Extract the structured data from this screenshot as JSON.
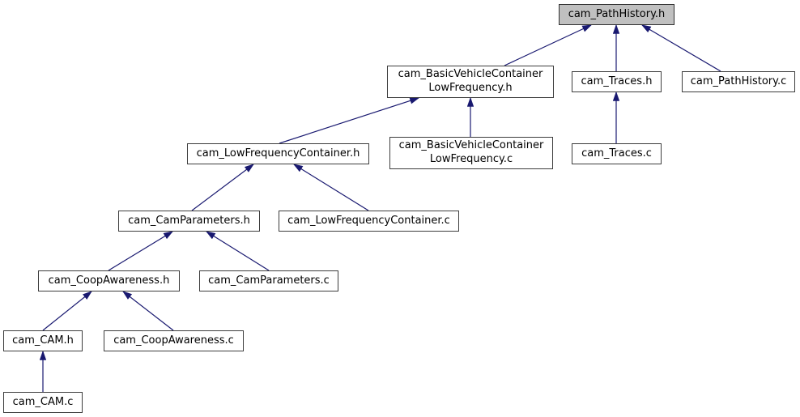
{
  "diagram": {
    "type": "include-dependency-graph",
    "colors": {
      "background": "#ffffff",
      "edge": "#191970",
      "node_border": "#3d3d3d",
      "node_fill": "#ffffff",
      "highlight_fill": "#c0c0c0",
      "text": "#000000"
    },
    "nodes": {
      "cam_PathHistory_h": {
        "label": "cam_PathHistory.h",
        "highlighted": true
      },
      "cam_BasicVehicleContainerLowFrequency_h": {
        "label": "cam_BasicVehicleContainer\nLowFrequency.h",
        "highlighted": false
      },
      "cam_Traces_h": {
        "label": "cam_Traces.h",
        "highlighted": false
      },
      "cam_PathHistory_c": {
        "label": "cam_PathHistory.c",
        "highlighted": false
      },
      "cam_LowFrequencyContainer_h": {
        "label": "cam_LowFrequencyContainer.h",
        "highlighted": false
      },
      "cam_BasicVehicleContainerLowFrequency_c": {
        "label": "cam_BasicVehicleContainer\nLowFrequency.c",
        "highlighted": false
      },
      "cam_Traces_c": {
        "label": "cam_Traces.c",
        "highlighted": false
      },
      "cam_CamParameters_h": {
        "label": "cam_CamParameters.h",
        "highlighted": false
      },
      "cam_LowFrequencyContainer_c": {
        "label": "cam_LowFrequencyContainer.c",
        "highlighted": false
      },
      "cam_CoopAwareness_h": {
        "label": "cam_CoopAwareness.h",
        "highlighted": false
      },
      "cam_CamParameters_c": {
        "label": "cam_CamParameters.c",
        "highlighted": false
      },
      "cam_CAM_h": {
        "label": "cam_CAM.h",
        "highlighted": false
      },
      "cam_CoopAwareness_c": {
        "label": "cam_CoopAwareness.c",
        "highlighted": false
      },
      "cam_CAM_c": {
        "label": "cam_CAM.c",
        "highlighted": false
      }
    },
    "edges": [
      {
        "from": "cam_BasicVehicleContainerLowFrequency.h",
        "to": "cam_PathHistory.h"
      },
      {
        "from": "cam_Traces.h",
        "to": "cam_PathHistory.h"
      },
      {
        "from": "cam_PathHistory.c",
        "to": "cam_PathHistory.h"
      },
      {
        "from": "cam_LowFrequencyContainer.h",
        "to": "cam_BasicVehicleContainerLowFrequency.h"
      },
      {
        "from": "cam_BasicVehicleContainerLowFrequency.c",
        "to": "cam_BasicVehicleContainerLowFrequency.h"
      },
      {
        "from": "cam_Traces.c",
        "to": "cam_Traces.h"
      },
      {
        "from": "cam_CamParameters.h",
        "to": "cam_LowFrequencyContainer.h"
      },
      {
        "from": "cam_LowFrequencyContainer.c",
        "to": "cam_LowFrequencyContainer.h"
      },
      {
        "from": "cam_CoopAwareness.h",
        "to": "cam_CamParameters.h"
      },
      {
        "from": "cam_CamParameters.c",
        "to": "cam_CamParameters.h"
      },
      {
        "from": "cam_CAM.h",
        "to": "cam_CoopAwareness.h"
      },
      {
        "from": "cam_CoopAwareness.c",
        "to": "cam_CoopAwareness.h"
      },
      {
        "from": "cam_CAM.c",
        "to": "cam_CAM.h"
      }
    ]
  }
}
